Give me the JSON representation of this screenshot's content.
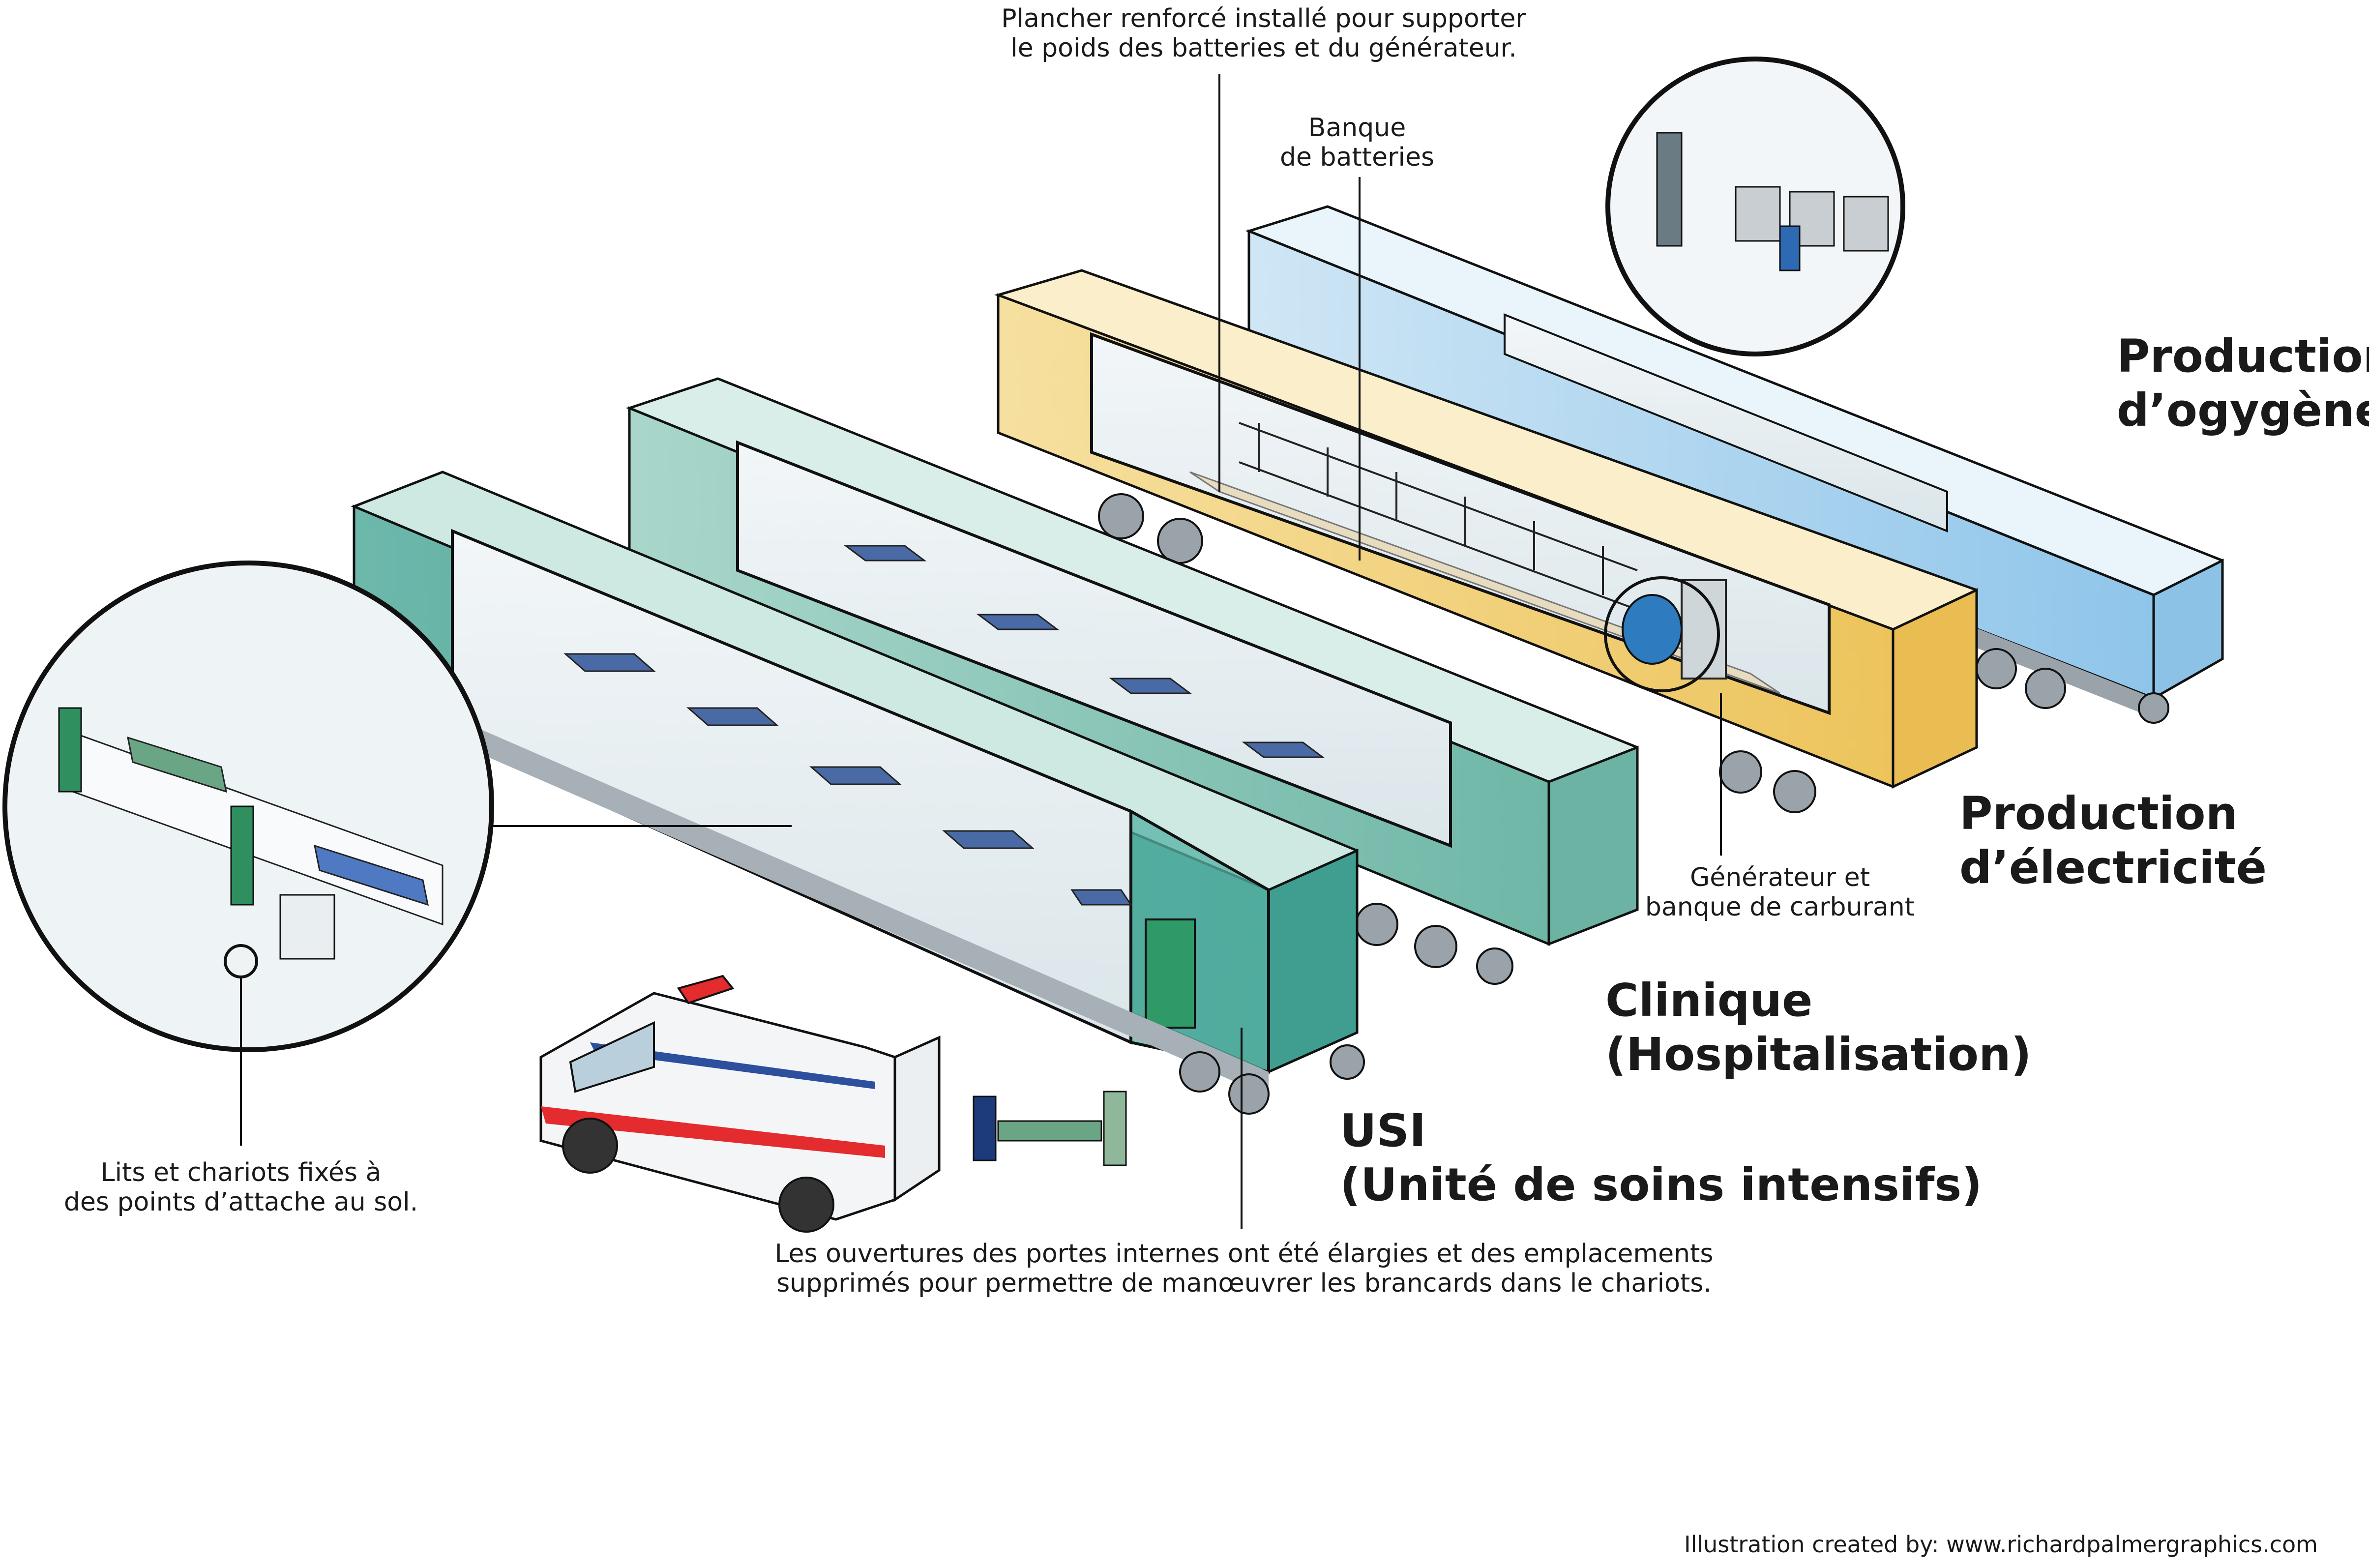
{
  "labels": {
    "floor_note": [
      "Plancher renforcé installé pour supporter",
      "le poids des batteries et du générateur."
    ],
    "battery_bank": [
      "Banque",
      "de batteries"
    ],
    "generator": [
      "Générateur et",
      "banque de carburant"
    ],
    "fixed_beds": [
      "Lits et chariots fixés à",
      "des points d’attache au sol."
    ],
    "doors_note": [
      "Les ouvertures des portes internes ont été élargies et des emplacements",
      "supprimés pour permettre de manœuvrer les brancards dans le chariots."
    ]
  },
  "titles": {
    "oxygen": [
      "Production",
      "d’ogygène"
    ],
    "electricity": [
      "Production",
      "d’électricité"
    ],
    "clinic": [
      "Clinique",
      "(Hospitalisation)"
    ],
    "icu": [
      "USI",
      "(Unité de soins intensifs)"
    ]
  },
  "credit": "Illustration created by:  www.richardpalmergraphics.com",
  "colors": {
    "oxygen_car": "#a9d3ee",
    "electricity_car": "#f1cf6c",
    "clinic_car": "#7fc2b4",
    "icu_car": "#4fa79a",
    "outline": "#111111",
    "ambulance_stripe": "#e42b2e",
    "ambulance_stripe2": "#2c4f9e"
  }
}
